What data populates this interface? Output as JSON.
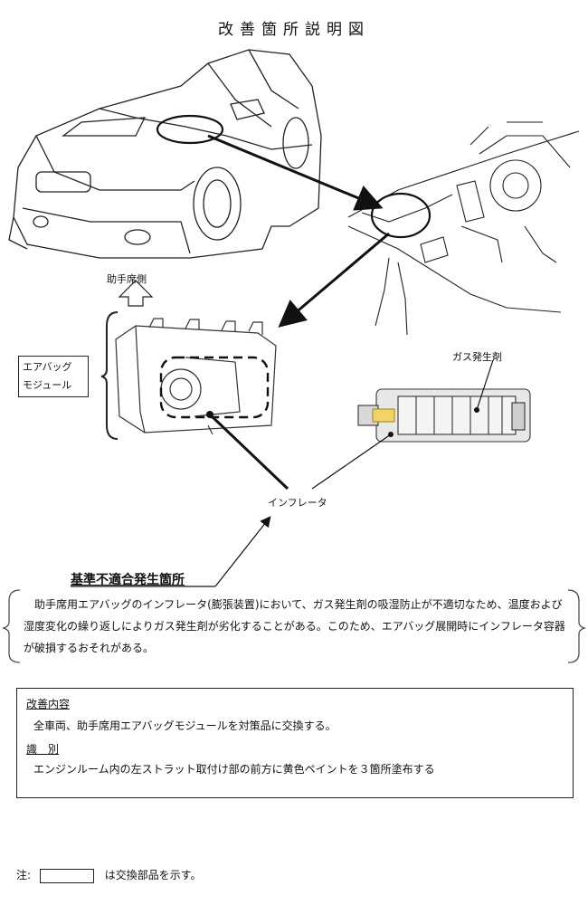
{
  "title": "改善箇所説明図",
  "labels": {
    "passenger_side": "助手席側",
    "airbag_module_line1": "エアバッグ",
    "airbag_module_line2": "モジュール",
    "gas_generant": "ガス発生剤",
    "inflator": "インフレータ"
  },
  "defect": {
    "heading": "基準不適合発生箇所",
    "text": "助手席用エアバッグのインフレータ(膨張装置)において、ガス発生剤の吸湿防止が不適切なため、温度および湿度変化の繰り返しによりガス発生剤が劣化することがある。このため、エアバッグ展開時にインフレータ容器が破損するおそれがある。"
  },
  "improvement": {
    "heading": "改善内容",
    "text": "全車両、助手席用エアバッグモジュールを対策品に交換する。",
    "id_heading": "識　別",
    "id_text": "エンジンルーム内の左ストラット取付け部の前方に黄色ペイントを３箇所塗布する"
  },
  "note": {
    "prefix": "注:",
    "suffix": "は交換部品を示す。"
  }
}
